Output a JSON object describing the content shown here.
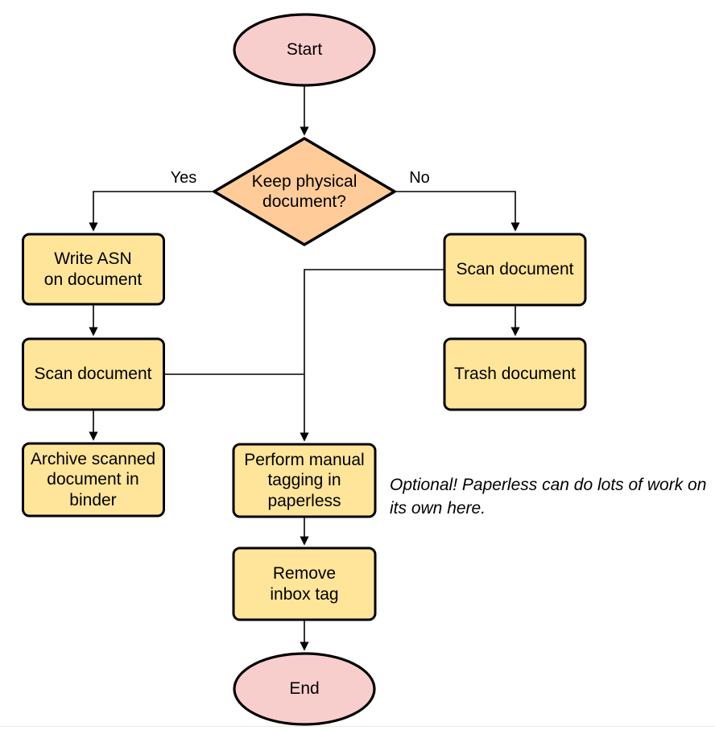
{
  "diagram": {
    "colors": {
      "terminator_fill": "#f8cecc",
      "decision_fill": "#ffcc99",
      "process_fill": "#ffe599",
      "stroke": "#000000",
      "text": "#000000",
      "background": "#ffffff"
    },
    "nodes": {
      "start": "Start",
      "decision": "Keep physical\ndocument?",
      "write_asn": "Write ASN\non document",
      "scan_left": "Scan document",
      "archive": "Archive scanned\ndocument in\nbinder",
      "scan_right": "Scan document",
      "trash": "Trash document",
      "tagging": "Perform manual\ntagging in\npaperless",
      "remove_inbox": "Remove\ninbox tag",
      "end": "End"
    },
    "edge_labels": {
      "yes": "Yes",
      "no": "No"
    },
    "annotation": "Optional! Paperless can do lots of work on\nits own here."
  }
}
